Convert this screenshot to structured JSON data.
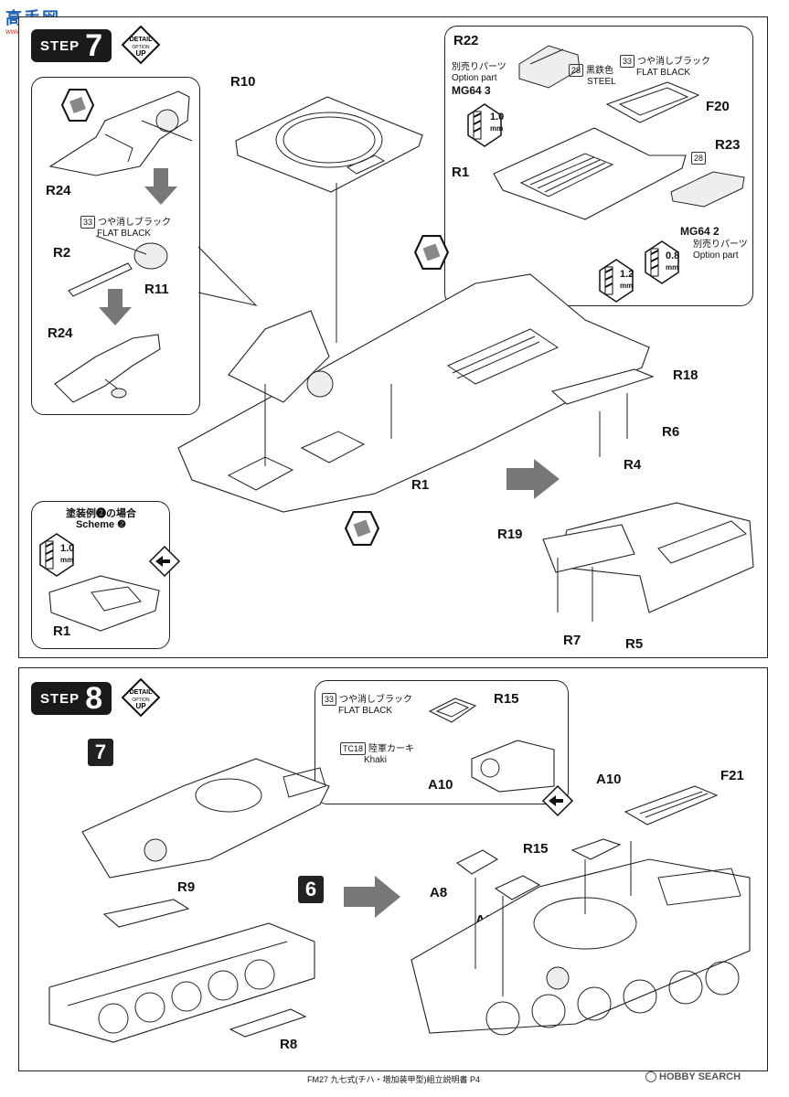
{
  "header": {
    "site_logo_text": "高手网",
    "site_url": "www.gaoshou.net"
  },
  "step7": {
    "step_word": "STEP",
    "step_number": "7",
    "detail_badge": [
      "DETAIL",
      "OPTION",
      "UP"
    ],
    "labels": {
      "R10": "R10",
      "R24_top": "R24",
      "R2": "R2",
      "R11": "R11",
      "R24_bottom": "R24",
      "R22": "R22",
      "F20": "F20",
      "R23": "R23",
      "R1_detail": "R1",
      "R1_main": "R1",
      "R18": "R18",
      "R6": "R6",
      "R4": "R4",
      "R19": "R19",
      "R7": "R7",
      "R5": "R5",
      "R1_scheme": "R1"
    },
    "paint_flat_black_num": "33",
    "paint_flat_black_jp": "つや消しブラック",
    "paint_flat_black_en": "FLAT BLACK",
    "paint_steel_num": "28",
    "paint_steel_jp": "黒鉄色",
    "paint_steel_en": "STEEL",
    "paint_r23_num": "28",
    "option_top_jp": "別売りパーツ",
    "option_top_en": "Option part",
    "option_top_code": "MG64 3",
    "option_bottom_code": "MG64 2",
    "option_bottom_jp": "別売りパーツ",
    "option_bottom_en": "Option part",
    "drill_10": "1.0",
    "drill_12": "1.2",
    "drill_08": "0.8",
    "drill_unit": "mm",
    "scheme_jp": "塗装例❷の場合",
    "scheme_en": "Scheme ❷",
    "scheme_drill": "1.0"
  },
  "step8": {
    "step_word": "STEP",
    "step_number": "8",
    "detail_badge": [
      "DETAIL",
      "OPTION",
      "UP"
    ],
    "paint_flat_black_num": "33",
    "paint_flat_black_jp": "つや消しブラック",
    "paint_flat_black_en": "FLAT BLACK",
    "paint_khaki_num": "TC18",
    "paint_khaki_jp": "陸軍カーキ",
    "paint_khaki_en": "Khaki",
    "labels": {
      "R15_inset": "R15",
      "A10_inset": "A10",
      "A10": "A10",
      "F21": "F21",
      "R15": "R15",
      "A8_1": "A8",
      "A8_2": "A8",
      "R9": "R9",
      "R8": "R8",
      "seq7": "7",
      "seq6": "6"
    }
  },
  "footer": {
    "manual_text": "FM27 九七式(チハ・増加装甲型)組立説明書 P4",
    "watermark": "HOBBY SEARCH"
  }
}
